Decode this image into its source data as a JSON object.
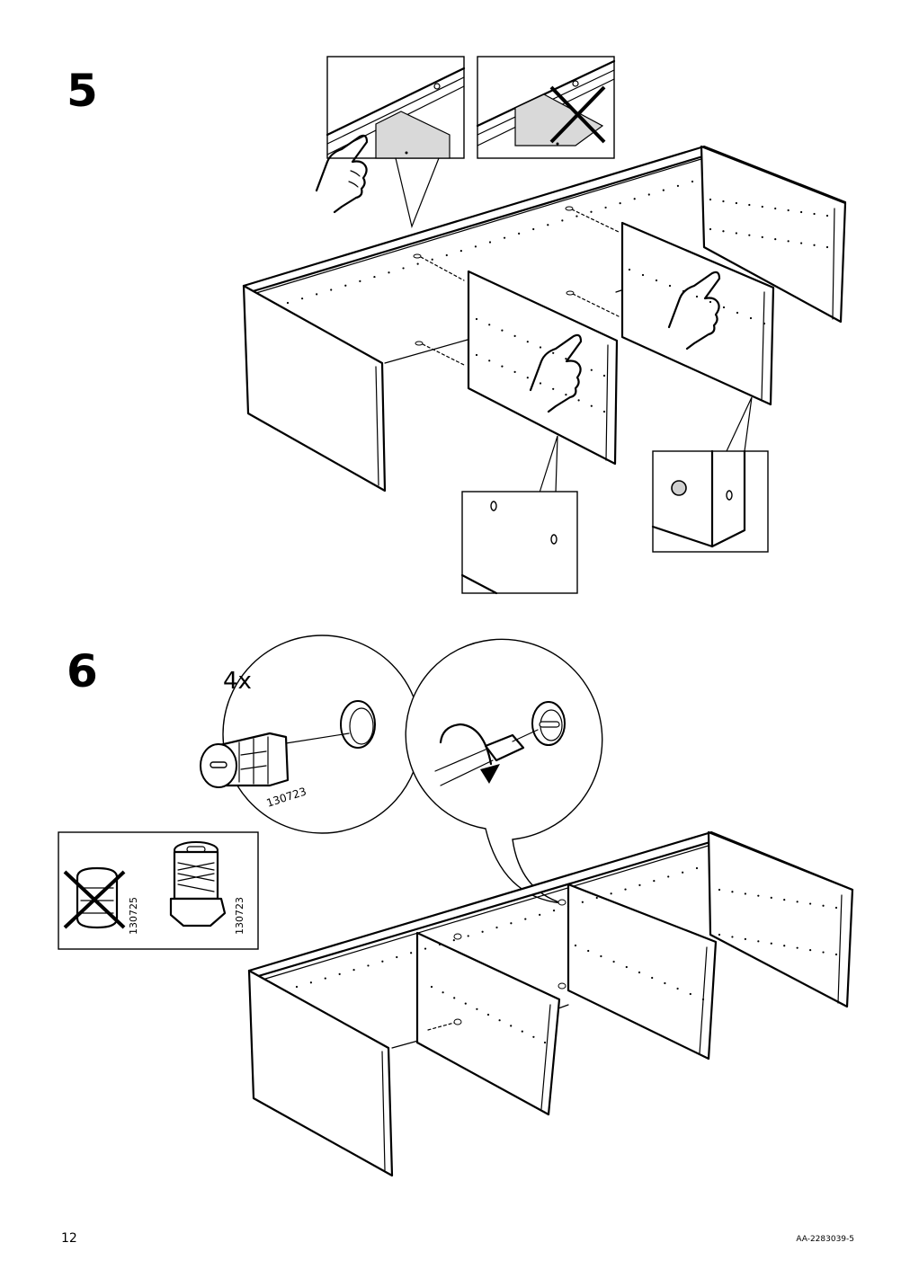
{
  "steps": [
    {
      "number": "5"
    },
    {
      "number": "6"
    }
  ],
  "step6": {
    "quantity": "4x",
    "part_number": "130723",
    "reference_box": {
      "wrong_part": "130725",
      "correct_part": "130723"
    }
  },
  "footer": {
    "page_number": "12",
    "document_code": "AA-2283039-5"
  },
  "icons": [
    "pointing-hand-icon",
    "cross-mark-icon",
    "rotation-arrow-icon",
    "screwdriver-icon",
    "cam-lock-fitting-icon"
  ]
}
